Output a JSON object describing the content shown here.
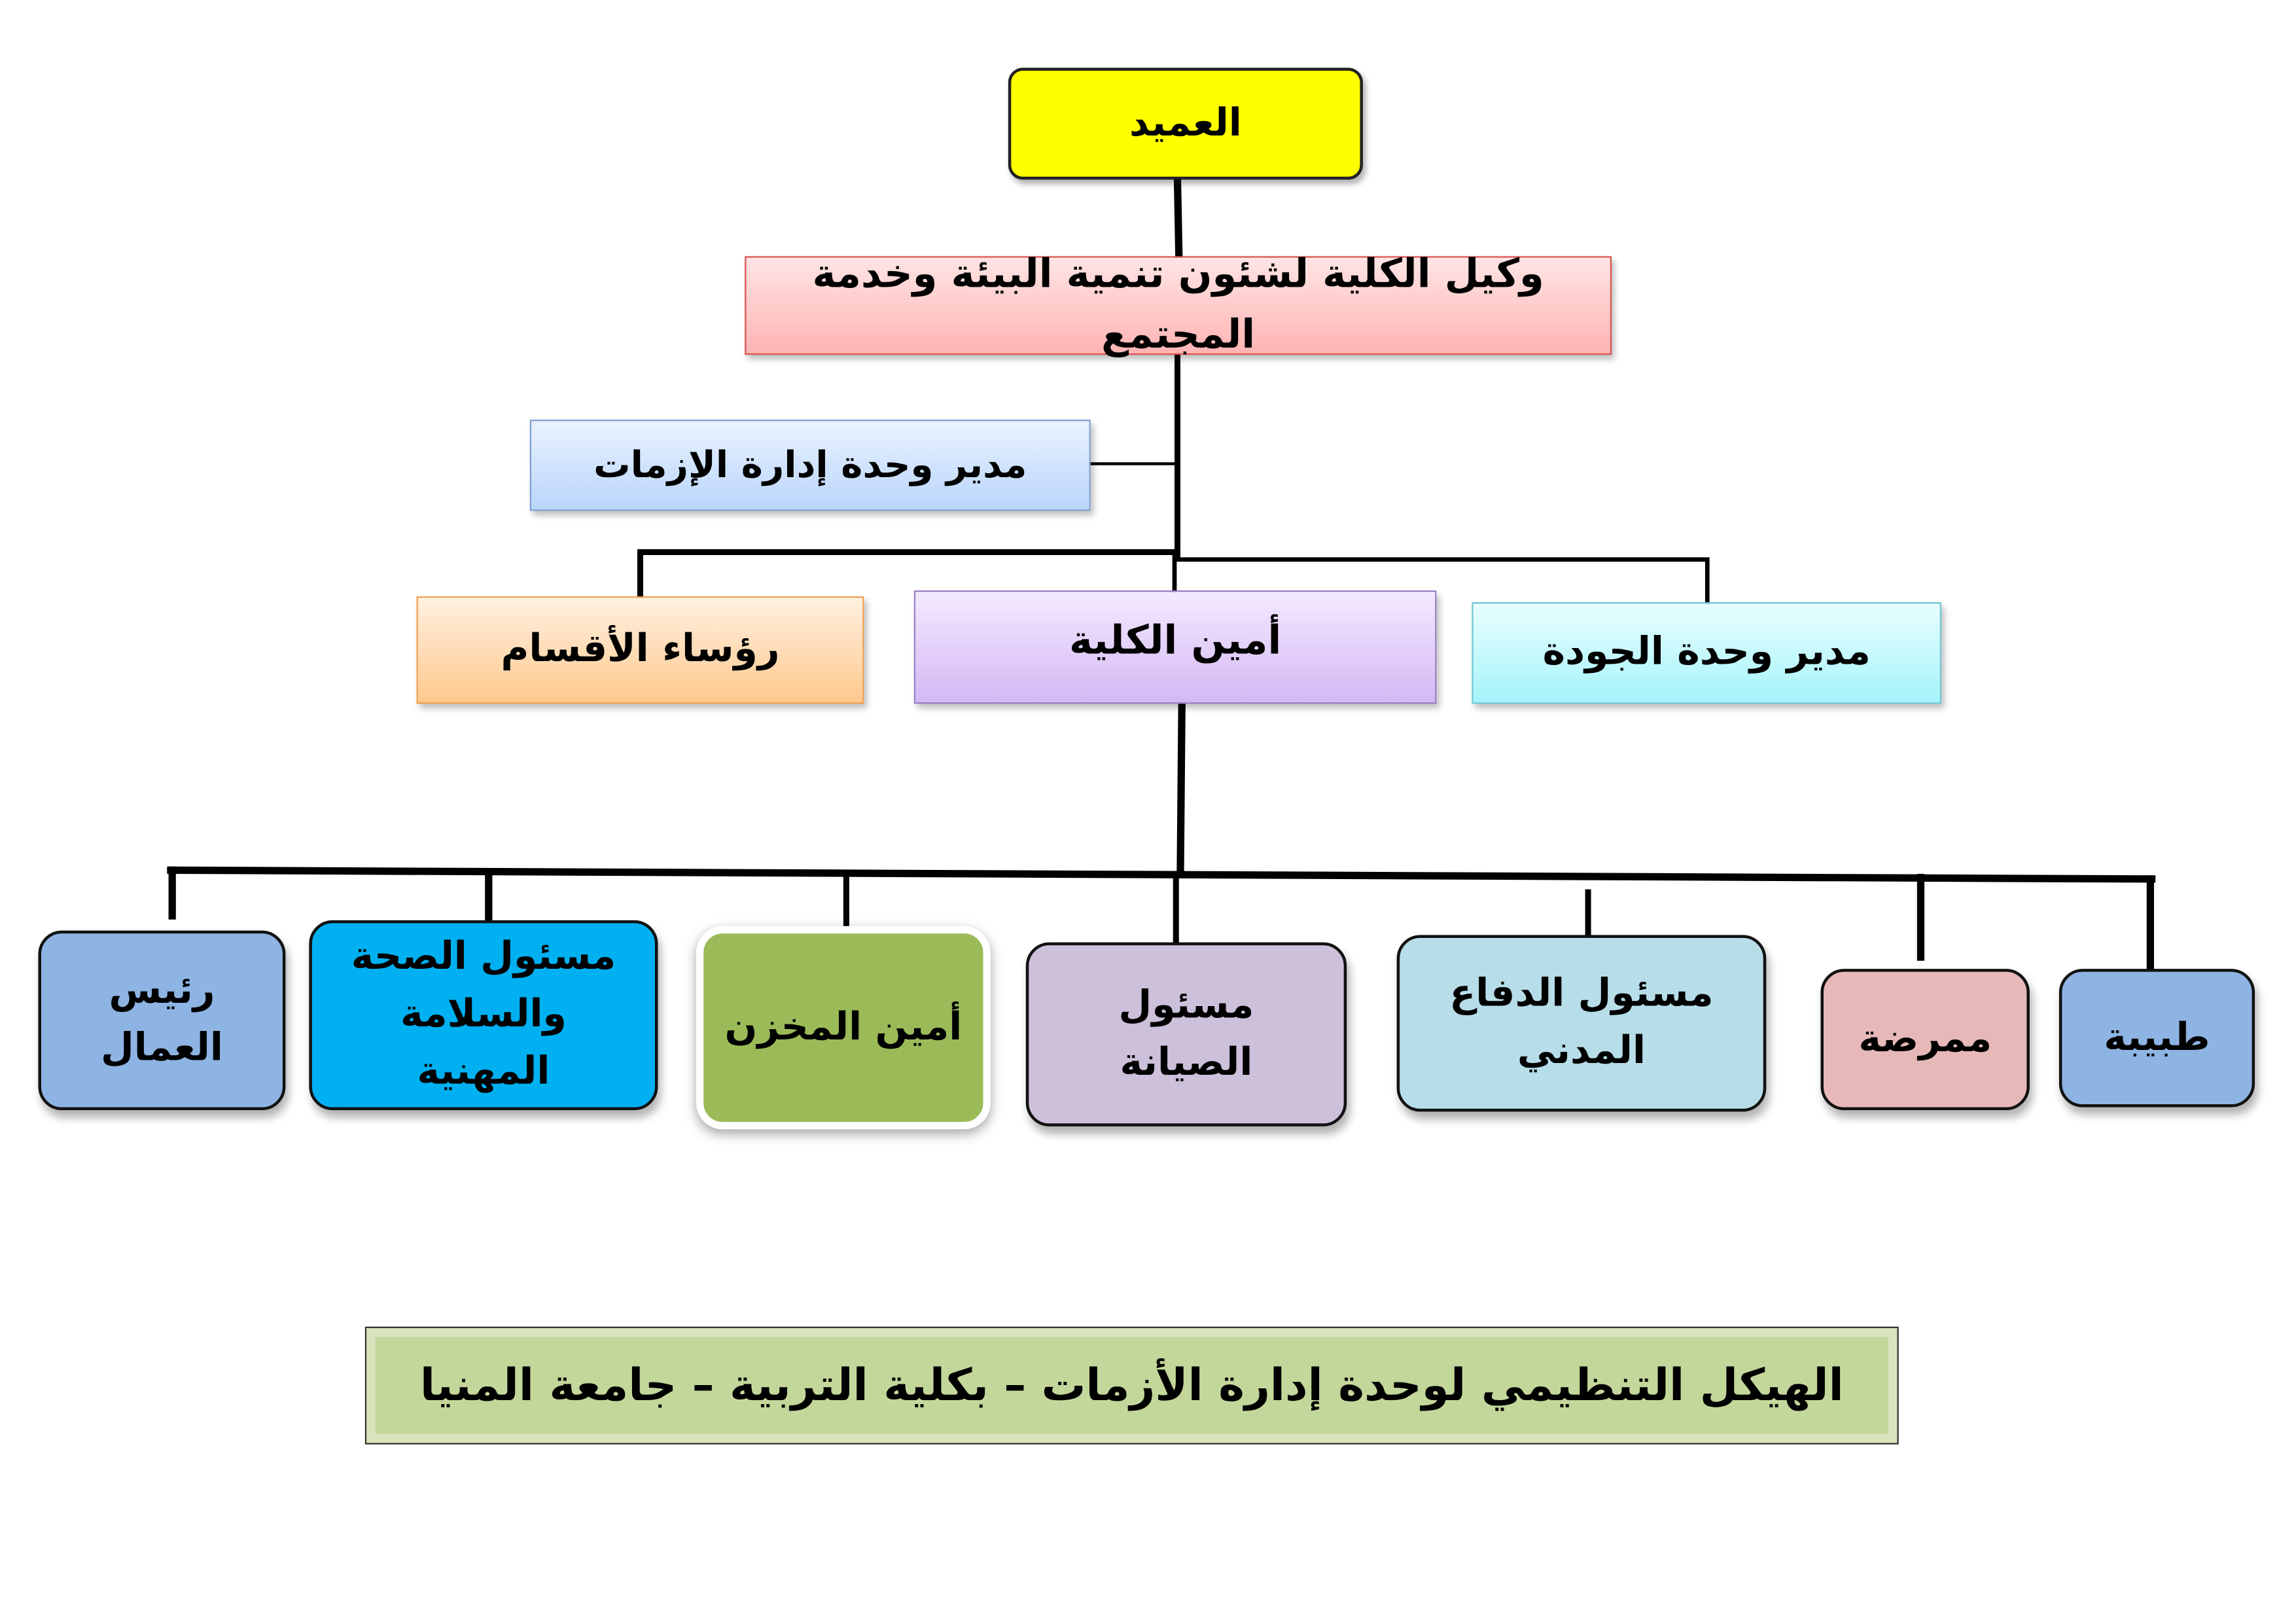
{
  "dean": "العميد",
  "vice_dean": "وكيل الكلية لشئون تنمية البيئة وخدمة المجتمع",
  "crisis_unit_director": "مدير وحدة إدارة الإزمات",
  "department_heads": "رؤساء الأقسام",
  "college_secretary": "أمين الكلية",
  "quality_unit_director": "مدير وحدة الجودة",
  "staff": [
    {
      "label": "رئيس العمال",
      "color": "#8eb4e3"
    },
    {
      "label": "مسئول الصحة والسلامة المهنية",
      "color": "#00b0f0"
    },
    {
      "label": "أمين المخزن",
      "color": "#9bbb59"
    },
    {
      "label": "مسئول الصيانة",
      "color": "#ccc0da"
    },
    {
      "label": "مسئول الدفاع المدني",
      "color": "#b7dde8"
    },
    {
      "label": "ممرضة",
      "color": "#e6b9b8"
    },
    {
      "label": "طبيبة",
      "color": "#8eb4e3"
    }
  ],
  "title": "الهيكل التنظيمي لوحدة إدارة الأزمات – بكلية التربية – جامعة المنيا"
}
